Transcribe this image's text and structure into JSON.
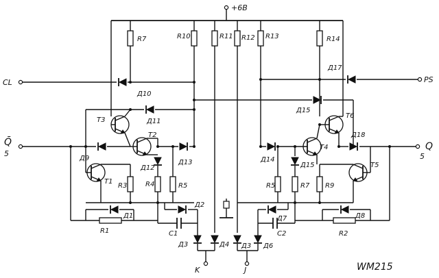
{
  "diagram": {
    "supply_label": "+6B",
    "terminals": {
      "cl": "CL",
      "ps": "PS",
      "q_bar": "Q̄",
      "q_bar_pin": "5",
      "q": "Q",
      "q_pin": "5",
      "k": "K",
      "j": "J"
    },
    "resistors": {
      "r1": "R1",
      "r2": "R2",
      "r3": "R3",
      "r4": "R4",
      "r5a": "R5",
      "r5b": "R5",
      "r7": "R7",
      "r9": "R9",
      "r10": "R10",
      "r11": "R11",
      "r12": "R12",
      "r13": "R13",
      "r14": "R14"
    },
    "diodes": {
      "d1": "Д1",
      "d2": "Д2",
      "d3": "Д3",
      "d4": "Д4",
      "d3b": "Д3",
      "d6": "Д6",
      "d7": "Д7",
      "d8": "Д8",
      "d9": "Д9",
      "d10": "Д10",
      "d11": "Д11",
      "d12": "Д12",
      "d13": "Д13",
      "d14": "Д14",
      "d15a": "Д15",
      "d15b": "Д15",
      "d17": "Д17",
      "d18": "Д18"
    },
    "transistors": {
      "t1": "T1",
      "t2": "T2",
      "t3": "T3",
      "t4": "T4",
      "t5": "T5",
      "t6": "T6"
    },
    "capacitors": {
      "c1": "C1",
      "c2": "C2"
    },
    "catalog_mark": "WM215"
  }
}
